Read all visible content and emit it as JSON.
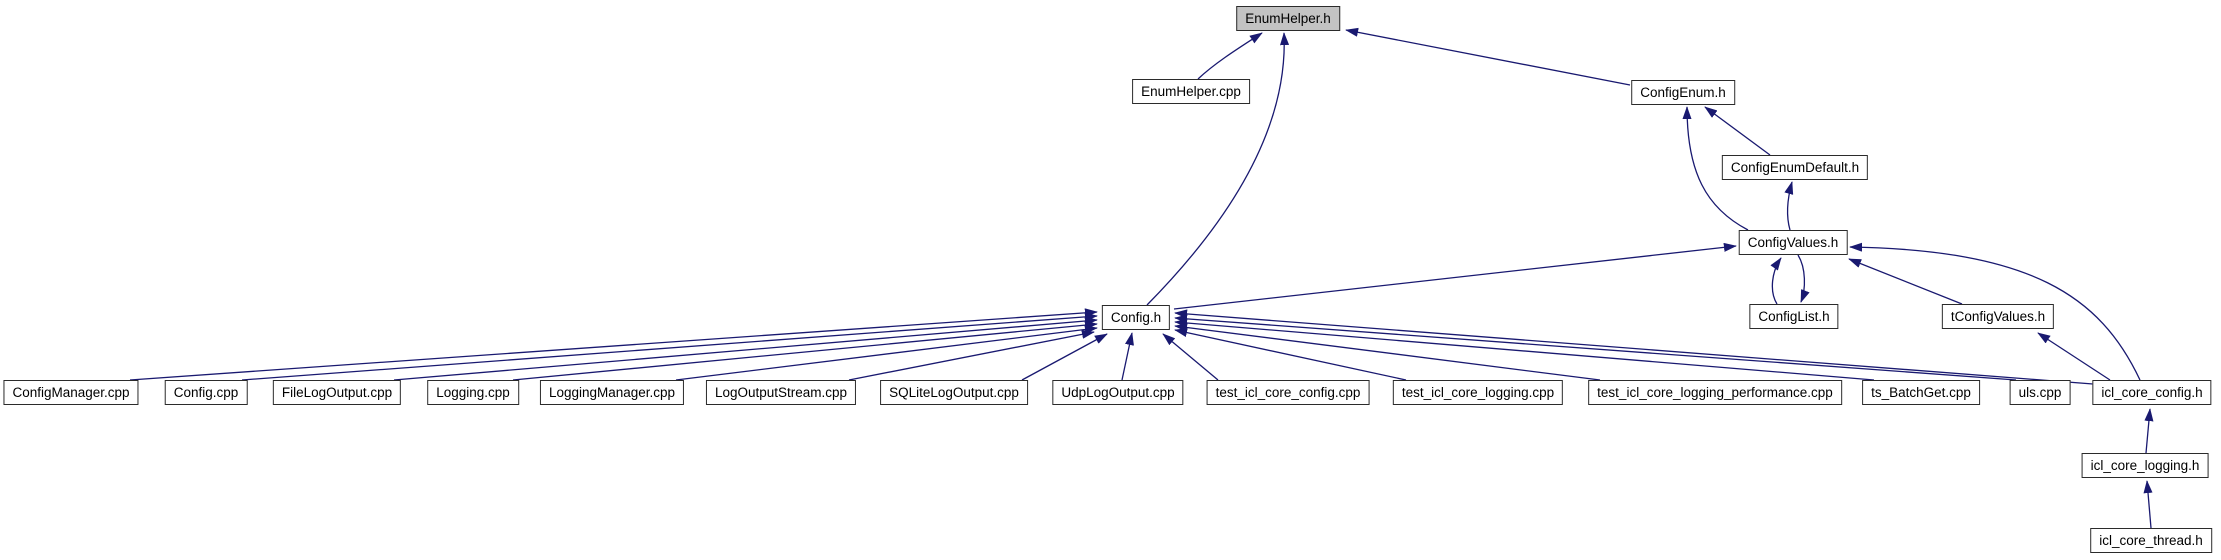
{
  "diagram": {
    "kind": "doxygen-included-by-graph",
    "root": "EnumHelper.h",
    "nodes": {
      "enumhelper_h": {
        "label": "EnumHelper.h"
      },
      "enumhelper_cpp": {
        "label": "EnumHelper.cpp"
      },
      "configenum_h": {
        "label": "ConfigEnum.h"
      },
      "configenumdefault_h": {
        "label": "ConfigEnumDefault.h"
      },
      "configvalues_h": {
        "label": "ConfigValues.h"
      },
      "configlist_h": {
        "label": "ConfigList.h"
      },
      "tconfigvalues_h": {
        "label": "tConfigValues.h"
      },
      "config_h": {
        "label": "Config.h"
      },
      "configmanager_cpp": {
        "label": "ConfigManager.cpp"
      },
      "config_cpp": {
        "label": "Config.cpp"
      },
      "filelogoutput_cpp": {
        "label": "FileLogOutput.cpp"
      },
      "logging_cpp": {
        "label": "Logging.cpp"
      },
      "loggingmanager_cpp": {
        "label": "LoggingManager.cpp"
      },
      "logoutputstream_cpp": {
        "label": "LogOutputStream.cpp"
      },
      "sqlitelogoutput_cpp": {
        "label": "SQLiteLogOutput.cpp"
      },
      "udplogoutput_cpp": {
        "label": "UdpLogOutput.cpp"
      },
      "test_icl_core_config_cpp": {
        "label": "test_icl_core_config.cpp"
      },
      "test_icl_core_logging_cpp": {
        "label": "test_icl_core_logging.cpp"
      },
      "test_icl_core_logging_performance_cpp": {
        "label": "test_icl_core_logging_performance.cpp"
      },
      "ts_batchget_cpp": {
        "label": "ts_BatchGet.cpp"
      },
      "uls_cpp": {
        "label": "uls.cpp"
      },
      "icl_core_config_h": {
        "label": "icl_core_config.h"
      },
      "icl_core_logging_h": {
        "label": "icl_core_logging.h"
      },
      "icl_core_thread_h": {
        "label": "icl_core_thread.h"
      }
    },
    "edges": [
      {
        "from": "EnumHelper.cpp",
        "to": "EnumHelper.h"
      },
      {
        "from": "Config.h",
        "to": "EnumHelper.h"
      },
      {
        "from": "ConfigEnum.h",
        "to": "EnumHelper.h"
      },
      {
        "from": "ConfigEnumDefault.h",
        "to": "ConfigEnum.h"
      },
      {
        "from": "ConfigValues.h",
        "to": "ConfigEnum.h"
      },
      {
        "from": "ConfigValues.h",
        "to": "ConfigEnumDefault.h"
      },
      {
        "from": "Config.h",
        "to": "ConfigValues.h"
      },
      {
        "from": "ConfigList.h",
        "to": "ConfigValues.h"
      },
      {
        "from": "ConfigValues.h",
        "to": "ConfigList.h"
      },
      {
        "from": "tConfigValues.h",
        "to": "ConfigValues.h"
      },
      {
        "from": "icl_core_config.h",
        "to": "ConfigValues.h"
      },
      {
        "from": "icl_core_config.h",
        "to": "tConfigValues.h"
      },
      {
        "from": "ConfigManager.cpp",
        "to": "Config.h"
      },
      {
        "from": "Config.cpp",
        "to": "Config.h"
      },
      {
        "from": "FileLogOutput.cpp",
        "to": "Config.h"
      },
      {
        "from": "Logging.cpp",
        "to": "Config.h"
      },
      {
        "from": "LoggingManager.cpp",
        "to": "Config.h"
      },
      {
        "from": "LogOutputStream.cpp",
        "to": "Config.h"
      },
      {
        "from": "SQLiteLogOutput.cpp",
        "to": "Config.h"
      },
      {
        "from": "UdpLogOutput.cpp",
        "to": "Config.h"
      },
      {
        "from": "test_icl_core_config.cpp",
        "to": "Config.h"
      },
      {
        "from": "test_icl_core_logging.cpp",
        "to": "Config.h"
      },
      {
        "from": "test_icl_core_logging_performance.cpp",
        "to": "Config.h"
      },
      {
        "from": "ts_BatchGet.cpp",
        "to": "Config.h"
      },
      {
        "from": "uls.cpp",
        "to": "Config.h"
      },
      {
        "from": "icl_core_config.h",
        "to": "Config.h"
      },
      {
        "from": "icl_core_logging.h",
        "to": "icl_core_config.h"
      },
      {
        "from": "icl_core_thread.h",
        "to": "icl_core_logging.h"
      }
    ],
    "colors": {
      "edge": "#191970",
      "node_fill": "#ffffff",
      "node_border": "#2b2b2b",
      "root_fill": "#c3c3c3",
      "text": "#000000",
      "background": "#ffffff"
    }
  }
}
